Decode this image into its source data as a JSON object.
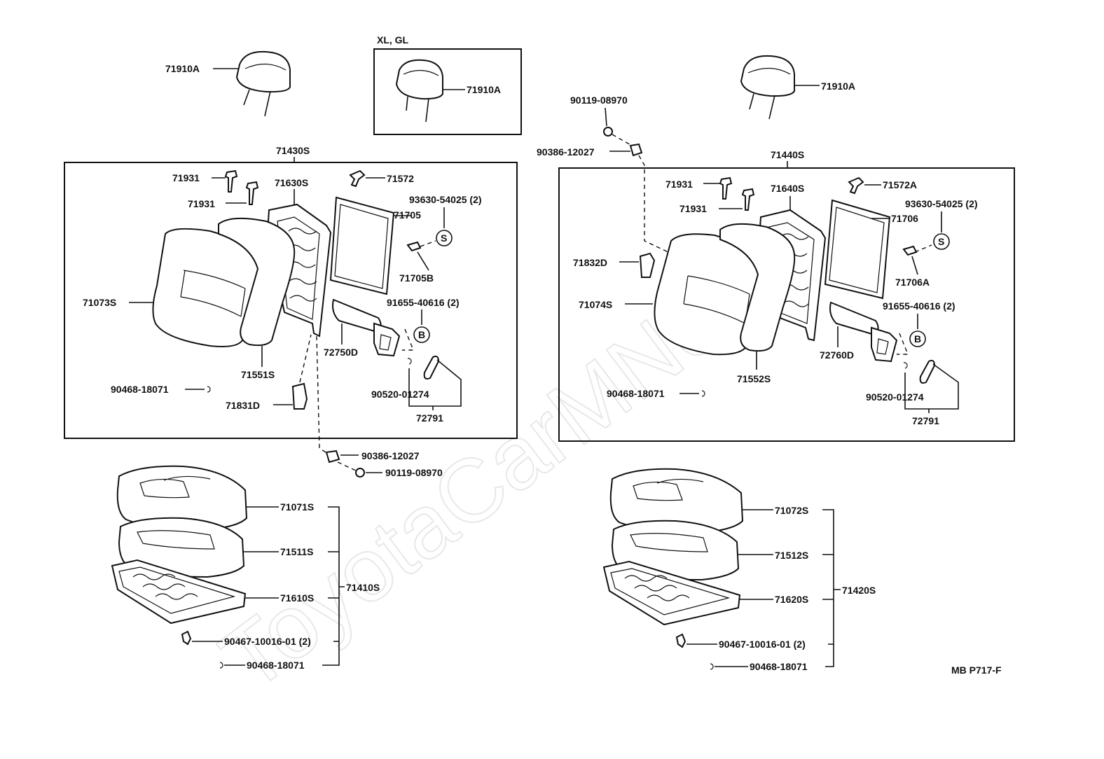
{
  "watermark": "ToyotaCarMNe.ru",
  "footer_code": "MB P717-F",
  "variant_label": "XL, GL",
  "labels": {
    "hr_left": "71910A",
    "hr_mid": "71910A",
    "hr_right": "71910A",
    "l_box": "71430S",
    "l_71931a": "71931",
    "l_71931b": "71931",
    "l_frame": "71630S",
    "l_71572": "71572",
    "l_93630": "93630-54025 (2)",
    "l_71705": "71705",
    "l_71705b": "71705B",
    "l_71073s": "71073S",
    "l_91655": "91655-40616 (2)",
    "l_72750d": "72750D",
    "l_71551s": "71551S",
    "l_90468": "90468-18071",
    "l_90520": "90520-01274",
    "l_71831d": "71831D",
    "l_72791": "72791",
    "l_90386b": "90386-12027",
    "l_90119b": "90119-08970",
    "r_90119": "90119-08970",
    "r_90386": "90386-12027",
    "r_box": "71440S",
    "r_71931a": "71931",
    "r_71931b": "71931",
    "r_frame": "71640S",
    "r_71572a": "71572A",
    "r_93630": "93630-54025 (2)",
    "r_71706": "71706",
    "r_71832d": "71832D",
    "r_71706a": "71706A",
    "r_71074s": "71074S",
    "r_91655": "91655-40616 (2)",
    "r_72760d": "72760D",
    "r_71552s": "71552S",
    "r_90468": "90468-18071",
    "r_90520": "90520-01274",
    "r_72791": "72791",
    "lc_71071s": "71071S",
    "lc_71511s": "71511S",
    "lc_71610s": "71610S",
    "lc_71410s": "71410S",
    "lc_90467": "90467-10016-01 (2)",
    "lc_90468": "90468-18071",
    "rc_71072s": "71072S",
    "rc_71512s": "71512S",
    "rc_71620s": "71620S",
    "rc_71420s": "71420S",
    "rc_90467": "90467-10016-01 (2)",
    "rc_90468": "90468-18071"
  },
  "symbols": {
    "screw": "S",
    "bolt": "B"
  }
}
